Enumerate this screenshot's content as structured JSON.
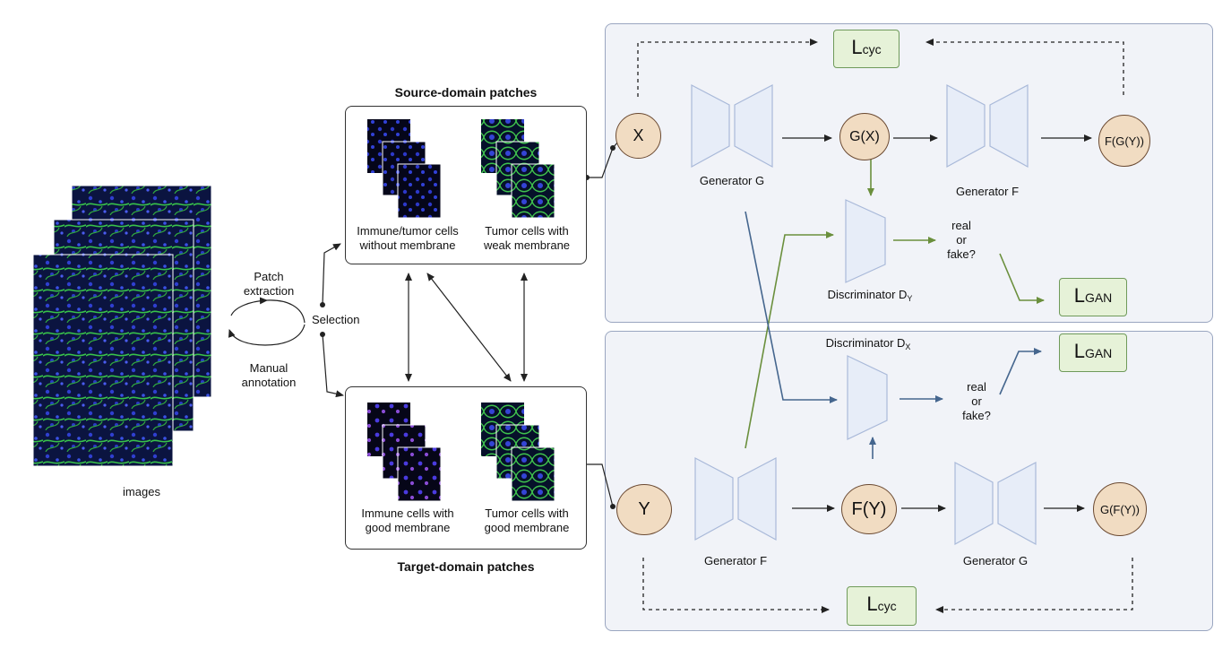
{
  "left": {
    "images_label": "images",
    "patch_extraction": [
      "Patch",
      "extraction"
    ],
    "manual_annotation": [
      "Manual",
      "annotation"
    ],
    "selection": "Selection"
  },
  "patches": {
    "source_title": "Source-domain patches",
    "target_title": "Target-domain patches",
    "source_a": [
      "Immune/tumor cells",
      "without membrane"
    ],
    "source_b": [
      "Tumor cells with",
      "weak membrane"
    ],
    "target_a": [
      "Immune cells with",
      "good membrane"
    ],
    "target_b": [
      "Tumor cells with",
      "good membrane"
    ]
  },
  "top": {
    "x": "X",
    "gx": "G(X)",
    "fgy": "F(G(Y))",
    "gen_g": "Generator G",
    "gen_f": "Generator F",
    "disc": "Discriminator D",
    "disc_sub": "Y",
    "real": "real",
    "or": "or",
    "fake": "fake?",
    "l_cyc": {
      "main": "L",
      "sub": "cyc"
    },
    "l_gan": {
      "main": "L",
      "sub": "GAN"
    }
  },
  "bottom": {
    "y": "Y",
    "fy": "F(Y)",
    "gfy": "G(F(Y))",
    "gen_f": "Generator F",
    "gen_g": "Generator G",
    "disc": "Discriminator D",
    "disc_sub": "X",
    "real": "real",
    "or": "or",
    "fake": "fake?",
    "l_cyc": {
      "main": "L",
      "sub": "cyc"
    },
    "l_gan": {
      "main": "L",
      "sub": "GAN"
    }
  },
  "colors": {
    "panel_bg": "#f1f3f8",
    "node_fill": "#f1dcc2",
    "loss_fill": "#e6f2d8",
    "green_arrow": "#6a8f3c",
    "blue_arrow": "#45668e",
    "network_fill": "#e7edf8",
    "network_stroke": "#a9b9d9"
  }
}
